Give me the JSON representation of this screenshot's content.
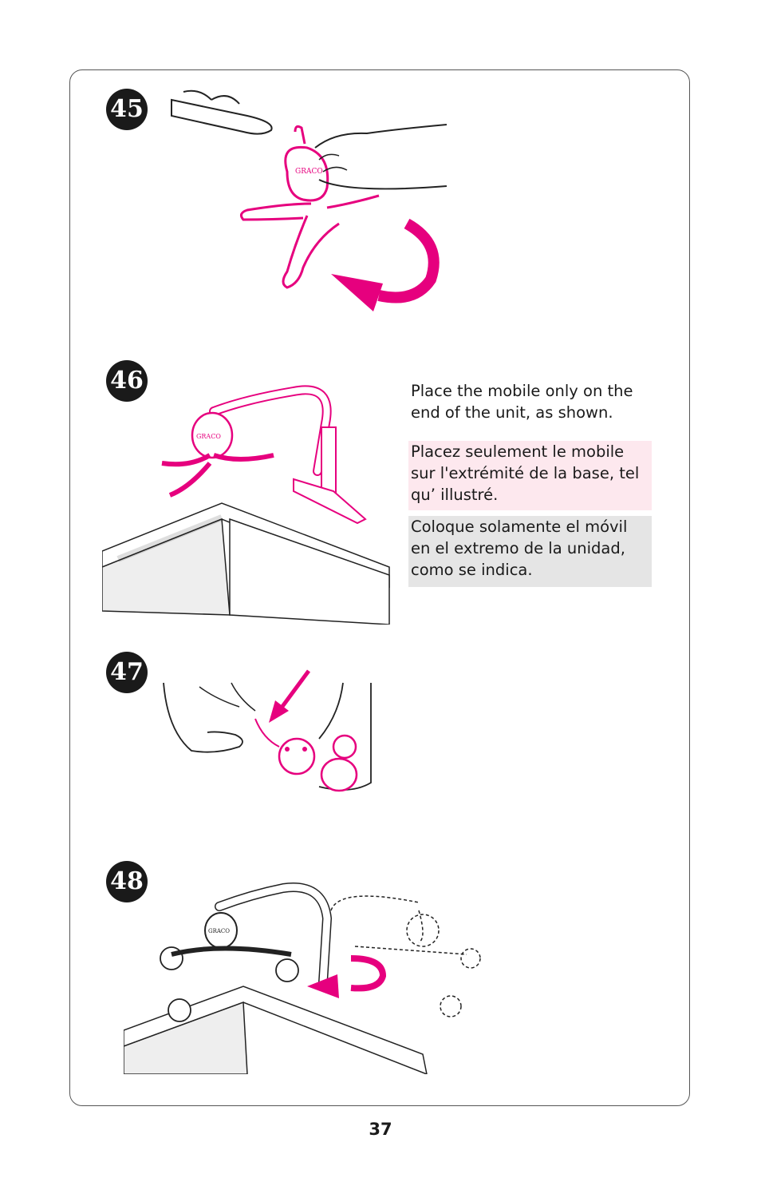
{
  "steps": [
    {
      "number": "45"
    },
    {
      "number": "46"
    },
    {
      "number": "47"
    },
    {
      "number": "48"
    }
  ],
  "instructions": {
    "en": "Place the mobile only on the end of the unit, as shown.",
    "fr": "Placez seulement le mobile sur l'extrémité de la base, tel qu’ illustré.",
    "es": "Coloque solamente el móvil en el extremo de la unidad, como se indica."
  },
  "brand_logo": "GRACO",
  "page_number": "37",
  "colors": {
    "accent": "#e6007e",
    "frame": "#555555",
    "french_bg": "#fde8ee",
    "spanish_bg": "#e5e5e5"
  }
}
